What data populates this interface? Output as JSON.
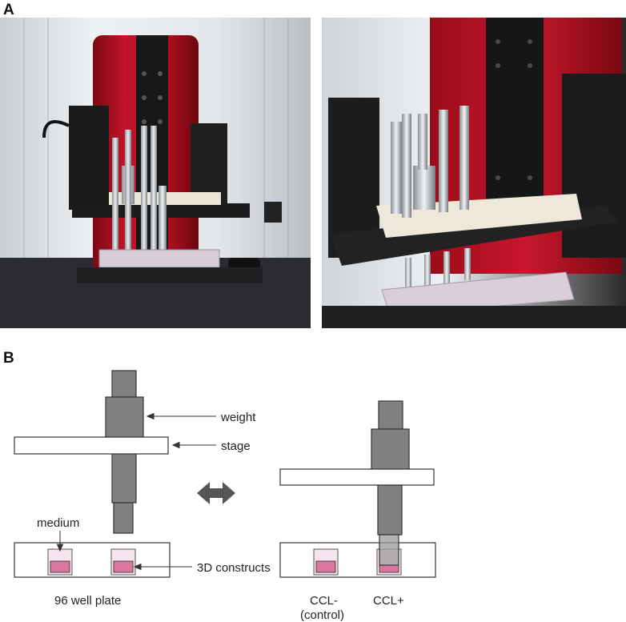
{
  "panel_a_label": "A",
  "panel_b_label": "B",
  "photos": {
    "left": {
      "subject": "compression device front view inside incubator"
    },
    "right": {
      "subject": "compression device angled close-up with weights over well plate"
    }
  },
  "diagram": {
    "labels": {
      "weight": "weight",
      "stage": "stage",
      "medium": "medium",
      "constructs": "3D constructs",
      "plate": "96 well plate",
      "ccl_minus": "CCL-",
      "control": "(control)",
      "ccl_plus": "CCL+"
    },
    "colors": {
      "piston": "#808080",
      "outline": "#333333",
      "construct": "#d9779f",
      "medium": "#f7e4ee",
      "arrow": "#555555",
      "device_red": "#b01020",
      "device_black": "#1a1a1a"
    }
  }
}
